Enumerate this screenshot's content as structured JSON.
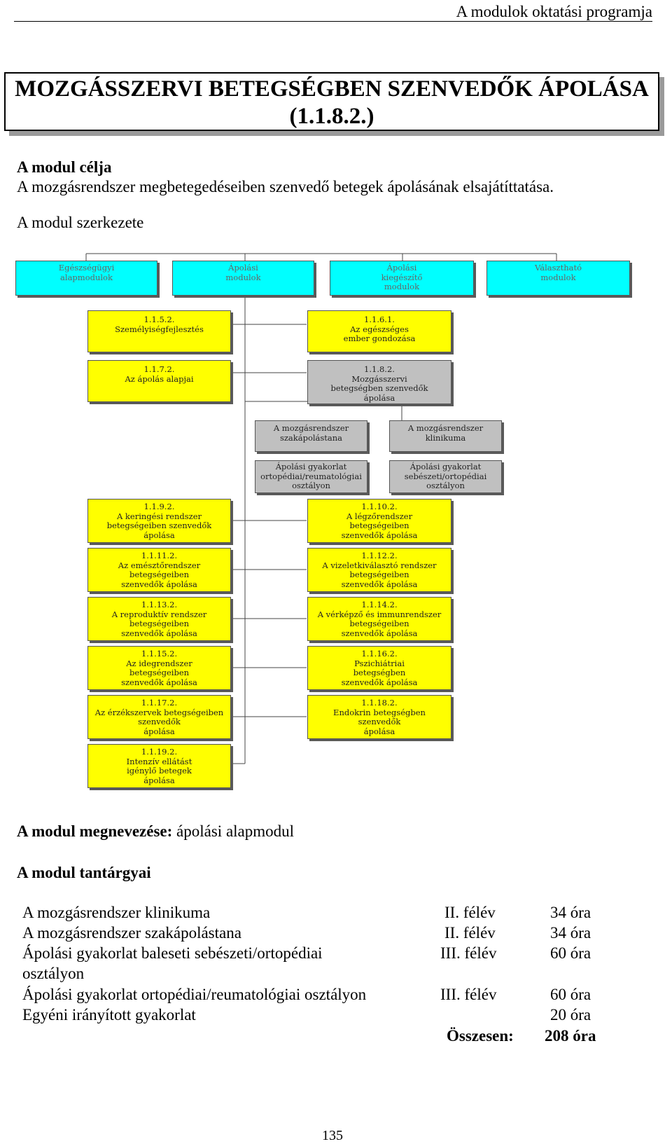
{
  "header": {
    "text": "A modulok oktatási programja"
  },
  "title": {
    "line1": "MOZGÁSSZERVI BETEGSÉGBEN SZENVEDŐK ÁPOLÁSA",
    "line2": "(1.1.8.2.)"
  },
  "goal": {
    "heading": "A modul célja",
    "text": "A mozgásrendszer megbetegedéseiben szenvedő betegek ápolásának elsajátíttatása."
  },
  "structure": {
    "heading": "A modul szerkezete",
    "categories": [
      [
        "Egészségügyi",
        "alapmodulok"
      ],
      [
        "Ápolási",
        "modulok"
      ],
      [
        "Ápolási",
        "kiegészítő",
        "modulok"
      ],
      [
        "Választható",
        "modulok"
      ]
    ],
    "upper_modules": [
      [
        "1.1.5.2.",
        "Személyiségfejlesztés"
      ],
      [
        "1.1.6.1.",
        "Az egészséges",
        "ember gondozása"
      ],
      [
        "1.1.7.2.",
        "Az ápolás alapjai"
      ],
      [
        "1.1.8.2.",
        "Mozgásszervi",
        "betegségben szenvedők",
        "ápolása"
      ]
    ],
    "subjects": [
      [
        "A mozgásrendszer",
        "szakápolástana"
      ],
      [
        "A mozgásrendszer",
        "klinikuma"
      ],
      [
        "Ápolási gyakorlat",
        "ortopédiai/reumatológiai",
        "osztályon"
      ],
      [
        "Ápolási gyakorlat",
        "sebészeti/ortopédiai",
        "osztályon"
      ]
    ],
    "lower_left": [
      [
        "1.1.9.2.",
        "A keringési rendszer",
        "betegségeiben szenvedők",
        "ápolása"
      ],
      [
        "1.1.11.2.",
        "Az emésztőrendszer",
        "betegségeiben",
        "szenvedők ápolása"
      ],
      [
        "1.1.13.2.",
        "A reproduktív rendszer",
        "betegségeiben",
        "szenvedők ápolása"
      ],
      [
        "1.1.15.2.",
        "Az idegrendszer",
        "betegségeiben",
        "szenvedők ápolása"
      ],
      [
        "1.1.17.2.",
        "Az érzékszervek  betegségeiben",
        "szenvedők",
        "ápolása"
      ],
      [
        "1.1.19.2.",
        "Intenzív ellátást",
        "igénylő betegek",
        "ápolása"
      ]
    ],
    "lower_right": [
      [
        "1.1.10.2.",
        "A légzőrendszer",
        "betegségeiben",
        "szenvedők ápolása"
      ],
      [
        "1.1.12.2.",
        "A vizeletkiválasztó rendszer",
        "betegségeiben",
        "szenvedők ápolása"
      ],
      [
        "1.1.14.2.",
        "A vérképző és immunrendszer",
        "betegségeiben",
        "szenvedők ápolása"
      ],
      [
        "1.1.16.2.",
        "Pszichiátriai",
        "betegségben",
        "szenvedők ápolása"
      ],
      [
        "1.1.18.2.",
        "Endokrin betegségben",
        "szenvedők",
        "ápolása"
      ]
    ]
  },
  "module_name": {
    "label": "A modul megnevezése:",
    "value": " ápolási alapmodul"
  },
  "subjects_table": {
    "heading": "A modul tantárgyai",
    "rows": [
      {
        "name": "A mozgásrendszer klinikuma",
        "semester": "II. félév",
        "hours": "34 óra"
      },
      {
        "name": "A mozgásrendszer szakápolástana",
        "semester": "II. félév",
        "hours": "34 óra"
      },
      {
        "name": "Ápolási gyakorlat baleseti sebészeti/ortopédiai",
        "name2": "osztályon",
        "semester": "III. félév",
        "hours": "60 óra"
      },
      {
        "name": "Ápolási gyakorlat ortopédiai/reumatológiai osztályon",
        "semester": "III. félév",
        "hours": "60 óra"
      },
      {
        "name": "Egyéni irányított gyakorlat",
        "semester": "",
        "hours": "20 óra"
      }
    ],
    "total_label": "Összesen:",
    "total_hours": "208 óra"
  },
  "page_number": "135"
}
